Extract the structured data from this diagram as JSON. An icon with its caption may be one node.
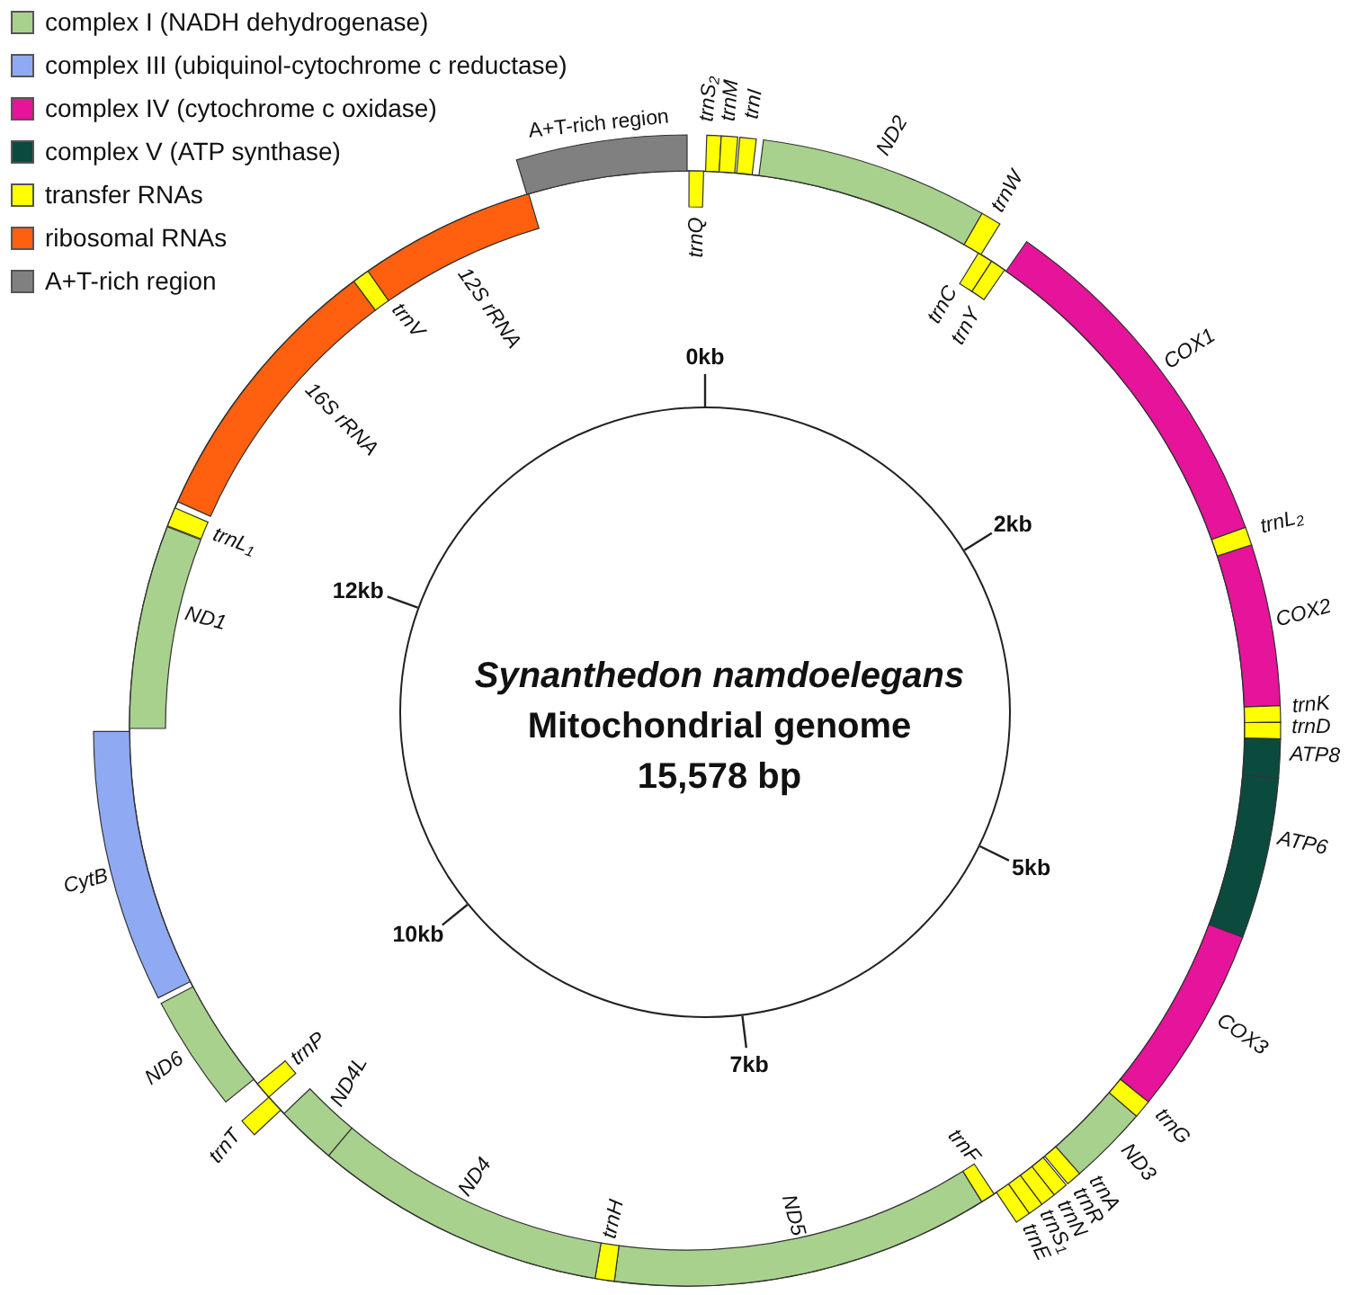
{
  "diagram": {
    "nodes": [
      {
        "text": [
          "Synanthedon namdoelegans",
          "Mitochondrial genome",
          "15,578 bp"
        ]
      },
      {
        "text": [
          "trnQ"
        ]
      },
      {
        "text": [
          "trnS$_{2}$"
        ]
      },
      {
        "text": [
          "trnM"
        ]
      },
      {
        "text": [
          "trnI"
        ]
      },
      {
        "text": [
          "ND2"
        ]
      },
      {
        "text": [
          "trnW"
        ]
      },
      {
        "text": [
          "trnC"
        ]
      },
      {
        "text": [
          "trnY"
        ]
      },
      {
        "text": [
          "COX1"
        ]
      },
      {
        "text": [
          "trnL$_{2}$"
        ]
      },
      {
        "text": [
          "COX2"
        ]
      },
      {
        "text": [
          "trnK"
        ]
      },
      {
        "text": [
          "trnD"
        ]
      },
      {
        "text": [
          "ATP8"
        ]
      },
      {
        "text": [
          "ATP6"
        ]
      },
      {
        "text": [
          "COX3"
        ]
      },
      {
        "text": [
          "trnG"
        ]
      },
      {
        "text": [
          "ND3"
        ]
      },
      {
        "text": [
          "trnA"
        ]
      },
      {
        "text": [
          "trnR"
        ]
      },
      {
        "text": [
          "trnN"
        ]
      },
      {
        "text": [
          "trnS$_{1}$"
        ]
      },
      {
        "text": [
          "trnE"
        ]
      },
      {
        "text": [
          "trnF"
        ]
      },
      {
        "text": [
          "ND5"
        ]
      },
      {
        "text": [
          "trnH"
        ]
      },
      {
        "text": [
          "ND4"
        ]
      },
      {
        "text": [
          "ND4L"
        ]
      },
      {
        "text": [
          "trnT"
        ]
      },
      {
        "text": [
          "trnP"
        ]
      },
      {
        "text": [
          "ND6"
        ]
      },
      {
        "text": [
          "CytB"
        ]
      },
      {
        "text": [
          "ND1"
        ]
      },
      {
        "text": [
          "trnL$_{1}$"
        ]
      },
      {
        "text": [
          "16S rRNA"
        ]
      },
      {
        "text": [
          "trnV"
        ]
      },
      {
        "text": [
          "12S rRNA"
        ]
      },
      {
        "text": [
          "A+T-rich region"
        ]
      }
    ],
    "labels": [
      "0kb",
      "2kb",
      "5kb",
      "7kb",
      "10kb",
      "12kb"
    ],
    "legend": [
      {
        "text": "complex I (NADH dehydrogenase)",
        "color": "#a9d18e"
      },
      {
        "text": "complex III (ubiquinol-cytochrome c reductase)",
        "color": "#8faaf2"
      },
      {
        "text": "complex IV (cytochrome c oxidase)",
        "color": "#e6139b"
      },
      {
        "text": "complex V (ATP synthase)",
        "color": "#0a4b3e"
      },
      {
        "text": "transfer RNAs",
        "color": "#ffff00"
      },
      {
        "text": "ribosomal RNAs",
        "color": "#ff6010"
      },
      {
        "text": "A+T-rich region",
        "color": "#808080"
      }
    ]
  }
}
